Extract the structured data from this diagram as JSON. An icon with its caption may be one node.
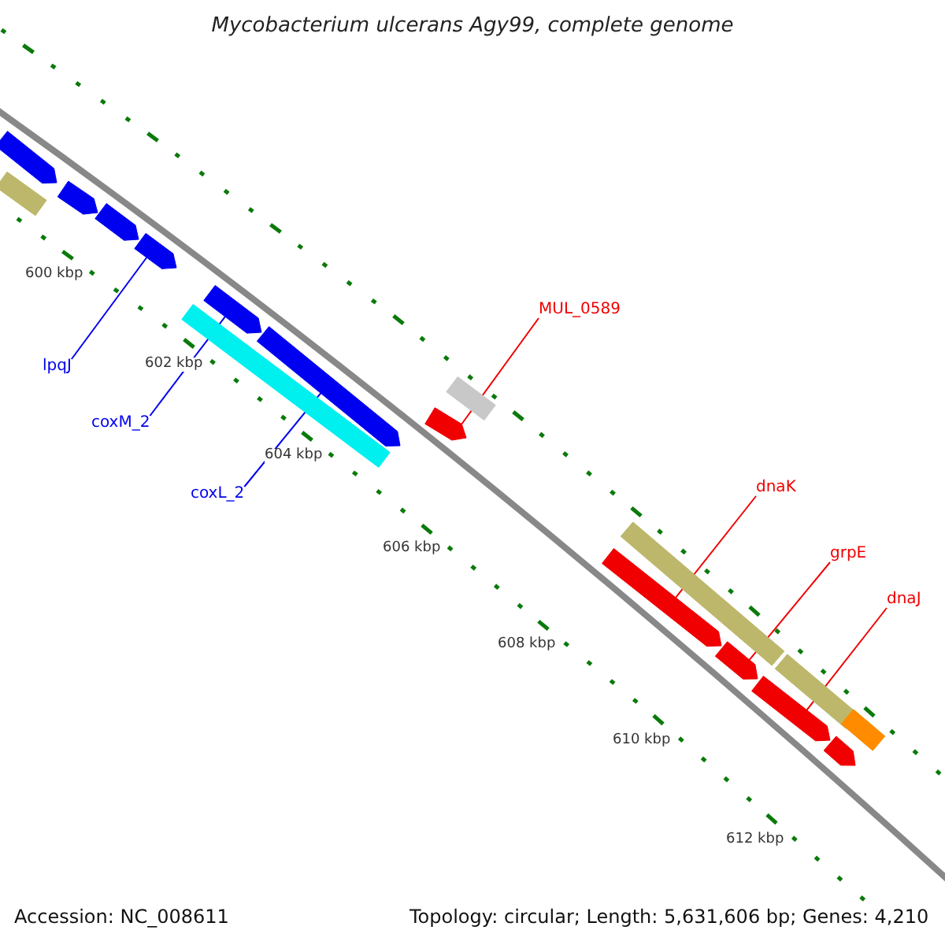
{
  "diagram": {
    "title": "Mycobacterium ulcerans Agy99, complete genome",
    "nodes": [
      {
        "text": [
          "lpqJ"
        ]
      },
      {
        "text": [],
        "shape": "bar"
      },
      {
        "text": [
          "coxM_2"
        ]
      },
      {
        "text": [],
        "shape": "bar"
      },
      {
        "text": [
          "coxL_2"
        ]
      },
      {
        "text": [],
        "shape": "bar"
      },
      {
        "text": [
          "MUL_0589"
        ]
      },
      {
        "text": [],
        "shape": "bar"
      },
      {
        "text": [
          "dnaK"
        ]
      },
      {
        "text": [],
        "shape": "bar"
      },
      {
        "text": [
          "grpE"
        ]
      },
      {
        "text": [],
        "shape": "bar"
      },
      {
        "text": [
          "dnaJ"
        ]
      },
      {
        "text": [],
        "shape": "bar"
      },
      {
        "text": [],
        "shape": "bar"
      },
      {
        "text": [],
        "shape": "bar"
      },
      {
        "text": [],
        "shape": "bar"
      },
      {
        "text": [],
        "shape": "bar"
      },
      {
        "text": [],
        "shape": "bar"
      },
      {
        "text": [],
        "shape": "bar"
      },
      {
        "text": [],
        "shape": "bar"
      },
      {
        "text": [],
        "shape": "bar"
      },
      {
        "text": [],
        "shape": "bar"
      },
      {
        "text": [],
        "shape": "bar"
      }
    ],
    "edges": [
      {
        "from": 0,
        "to": 1,
        "arrow": "none",
        "color": "#0000f0"
      },
      {
        "from": 2,
        "to": 3,
        "arrow": "none",
        "color": "#0000f0"
      },
      {
        "from": 4,
        "to": 5,
        "arrow": "none",
        "color": "#0000f0"
      },
      {
        "from": 6,
        "to": 7,
        "arrow": "none"
      },
      {
        "from": 8,
        "to": 9,
        "arrow": "none"
      },
      {
        "from": 10,
        "to": 11,
        "arrow": "none"
      },
      {
        "from": 12,
        "to": 13,
        "arrow": "none"
      }
    ],
    "labels": [
      "600 kbp",
      "602 kbp",
      "604 kbp",
      "606 kbp",
      "608 kbp",
      "610 kbp",
      "612 kbp",
      "Accession: NC_008611",
      "Topology: circular; Length: 5,631,606 bp; Genes: 4,210"
    ]
  }
}
